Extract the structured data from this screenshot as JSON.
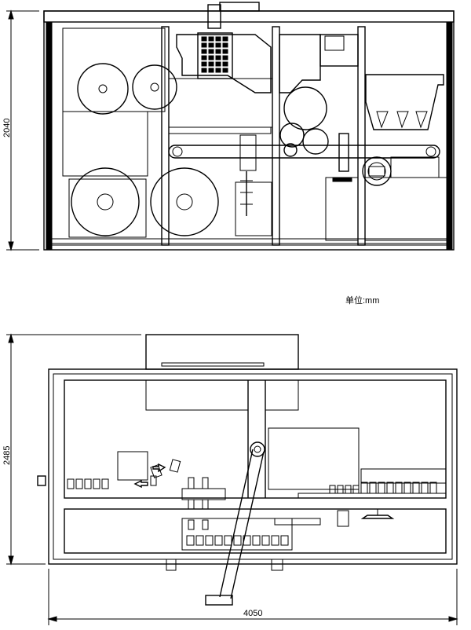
{
  "labels": {
    "height_top": "2040",
    "height_bottom": "2485",
    "width_bottom": "4050",
    "unit": "单位:mm"
  }
}
